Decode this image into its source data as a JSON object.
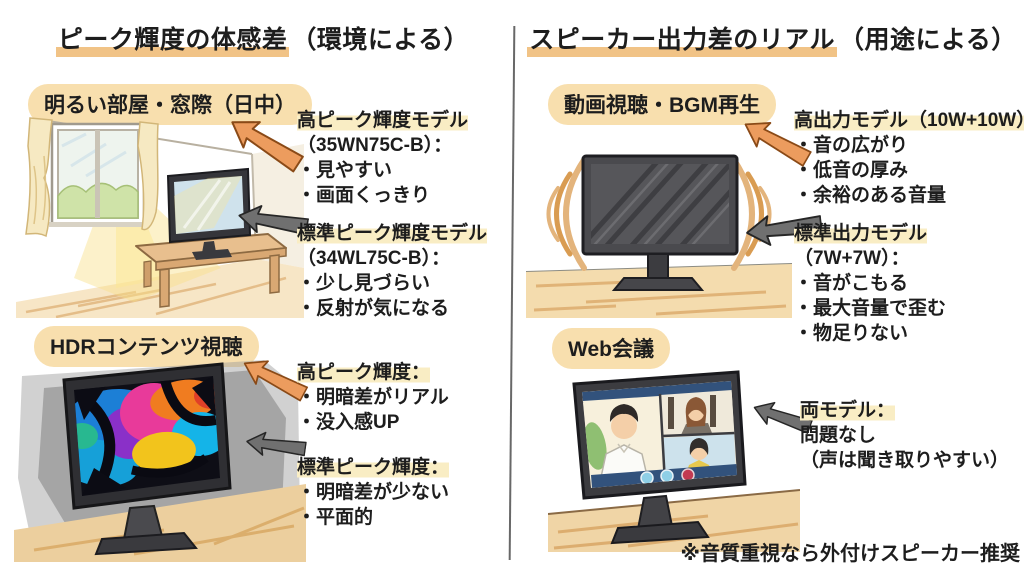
{
  "colors": {
    "background": "#ffffff",
    "text": "#1d1d1d",
    "title_underline": "#f1c386",
    "pill_background": "#f8dfae",
    "heading_highlight": "#f9edc4",
    "arrow_orange": "#ec9c5e",
    "arrow_gray": "#707070",
    "floor_tan": "#f5e0ba"
  },
  "left": {
    "title_main": "ピーク輝度の体感差",
    "title_paren": "（環境による）",
    "sections": [
      {
        "label": "明るい部屋・窓際（日中）",
        "illustration": "bright-room-with-window-and-monitor",
        "annotations": [
          {
            "arrow": "orange-arrow-icon",
            "heading": "高ピーク輝度モデル",
            "lines": [
              "（35WN75C-B）：",
              "・見やすい",
              "・画面くっきり"
            ]
          },
          {
            "arrow": "gray-arrow-icon",
            "heading": "標準ピーク輝度モデル",
            "lines": [
              "（34WL75C-B）：",
              "・少し見づらい",
              "・反射が気になる"
            ]
          }
        ]
      },
      {
        "label": "HDRコンテンツ視聴",
        "illustration": "hdr-content-monitor",
        "annotations": [
          {
            "arrow": "orange-arrow-icon",
            "heading": "高ピーク輝度：",
            "lines": [
              "・明暗差がリアル",
              "・没入感UP"
            ]
          },
          {
            "arrow": "gray-arrow-icon",
            "heading": "標準ピーク輝度：",
            "lines": [
              "・明暗差が少ない",
              "・平面的"
            ]
          }
        ]
      }
    ]
  },
  "right": {
    "title_main": "スピーカー出力差のリアル",
    "title_paren": "（用途による）",
    "sections": [
      {
        "label": "動画視聴・BGM再生",
        "illustration": "monitor-with-sound-waves",
        "annotations": [
          {
            "arrow": "orange-arrow-icon",
            "heading": "高出力モデル（10W+10W）",
            "lines": [
              "・音の広がり",
              "・低音の厚み",
              "・余裕のある音量"
            ]
          },
          {
            "arrow": "gray-arrow-icon",
            "heading": "標準出力モデル",
            "lines": [
              "（7W+7W）：",
              "・音がこもる",
              "・最大音量で歪む",
              "・物足りない"
            ]
          }
        ]
      },
      {
        "label": "Web会議",
        "illustration": "web-conference-monitor",
        "annotations": [
          {
            "arrow": "gray-arrow-icon",
            "heading": "両モデル：",
            "lines": [
              "問題なし",
              "（声は聞き取りやすい）"
            ]
          }
        ]
      }
    ],
    "footnote": "※音質重視なら外付けスピーカー推奨"
  }
}
